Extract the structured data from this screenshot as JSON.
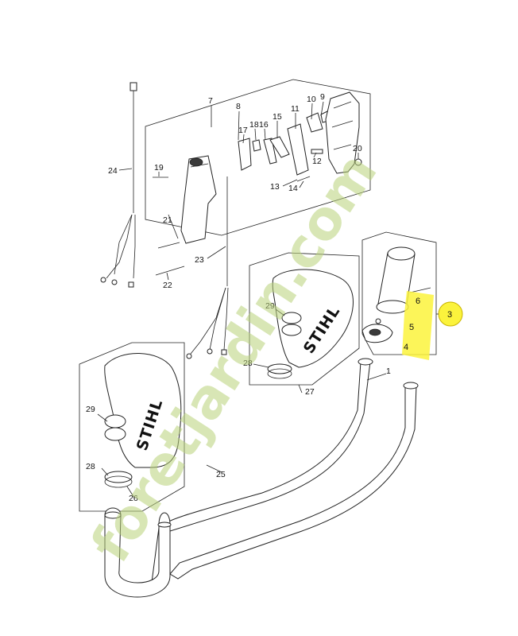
{
  "brand_text": "STIHL",
  "watermark_text": "foretjardin.com",
  "colors": {
    "highlight": "#fbf33c",
    "watermark": "#b9d27a",
    "line": "#222222"
  },
  "labels": {
    "l1": "1",
    "l3": "3",
    "l4": "4",
    "l5": "5",
    "l6": "6",
    "l7": "7",
    "l8": "8",
    "l9": "9",
    "l10": "10",
    "l11": "11",
    "l12": "12",
    "l13": "13",
    "l14": "14",
    "l15": "15",
    "l16": "16",
    "l17": "17",
    "l18": "18",
    "l19": "19",
    "l20": "20",
    "l21": "21",
    "l22": "22",
    "l23": "23",
    "l24": "24",
    "l25": "25",
    "l26": "26",
    "l27": "27",
    "l28a": "28",
    "l28b": "28",
    "l29a": "29",
    "l29b": "29"
  }
}
